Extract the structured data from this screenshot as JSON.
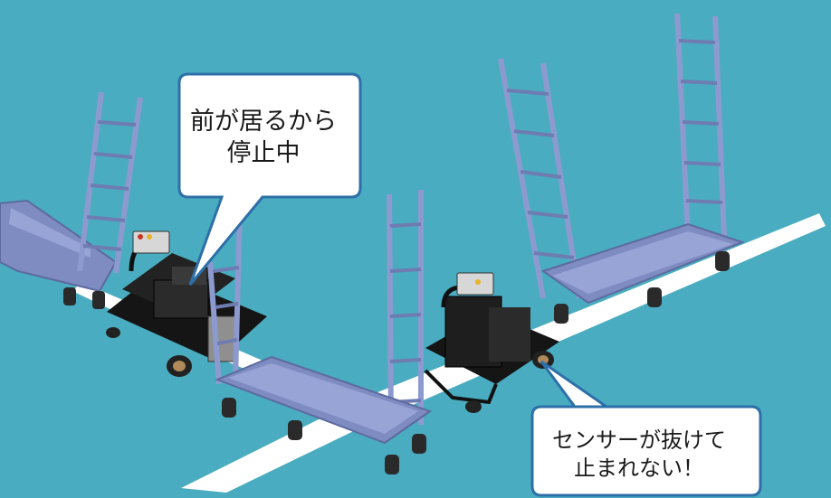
{
  "colors": {
    "background": "#4aacc0",
    "floor_line": "#ffffff",
    "cart_frame": "#8d9ad0",
    "cart_frame_dark": "#5d6a9e",
    "robot_body": "#151515",
    "bubble_fill": "#ffffff",
    "bubble_border": "#2d6fa8"
  },
  "callouts": {
    "stopped": {
      "line1": "前が居るから",
      "line2": "停止中"
    },
    "sensor": {
      "line1": "センサーが抜けて",
      "line2": "止まれない！"
    }
  }
}
